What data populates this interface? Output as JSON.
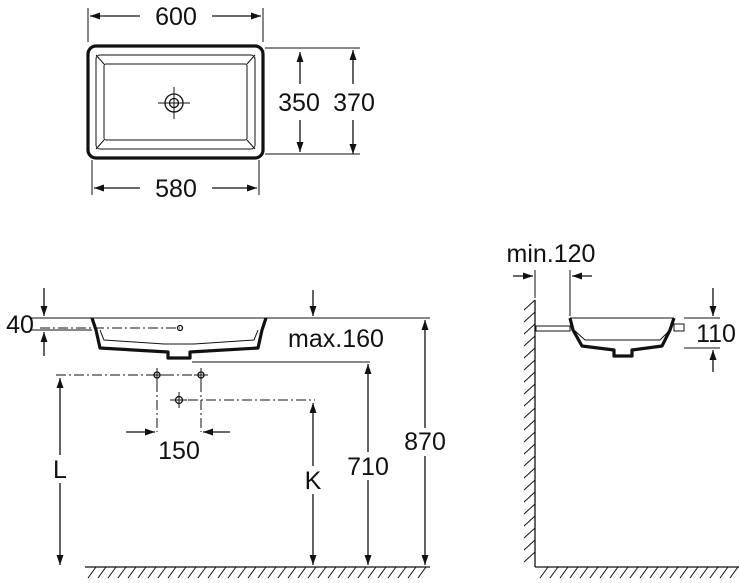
{
  "labels": {
    "top_width": "600",
    "inner_height": "350",
    "outer_height": "370",
    "inner_width": "580",
    "rim_height": "40",
    "max_depth": "max.160",
    "tap_spacing": "150",
    "height_L": "L",
    "height_K": "K",
    "height_710": "710",
    "height_870": "870",
    "wall_clearance": "min.120",
    "side_height": "110"
  }
}
